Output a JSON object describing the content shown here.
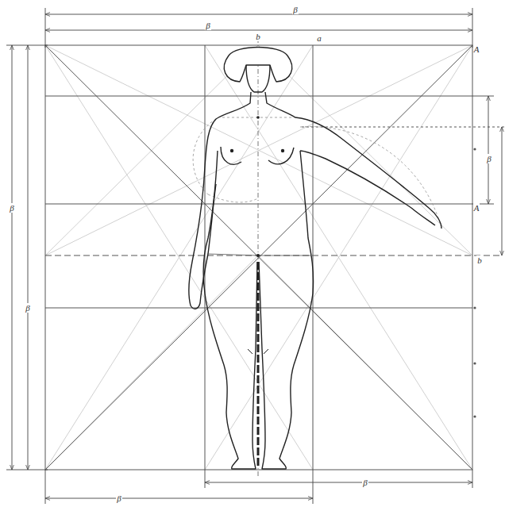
{
  "diagram": {
    "labels": [
      "β",
      "β",
      "b",
      "a",
      "β",
      "β",
      "A",
      "A",
      "β",
      "b",
      "β",
      "β"
    ]
  }
}
